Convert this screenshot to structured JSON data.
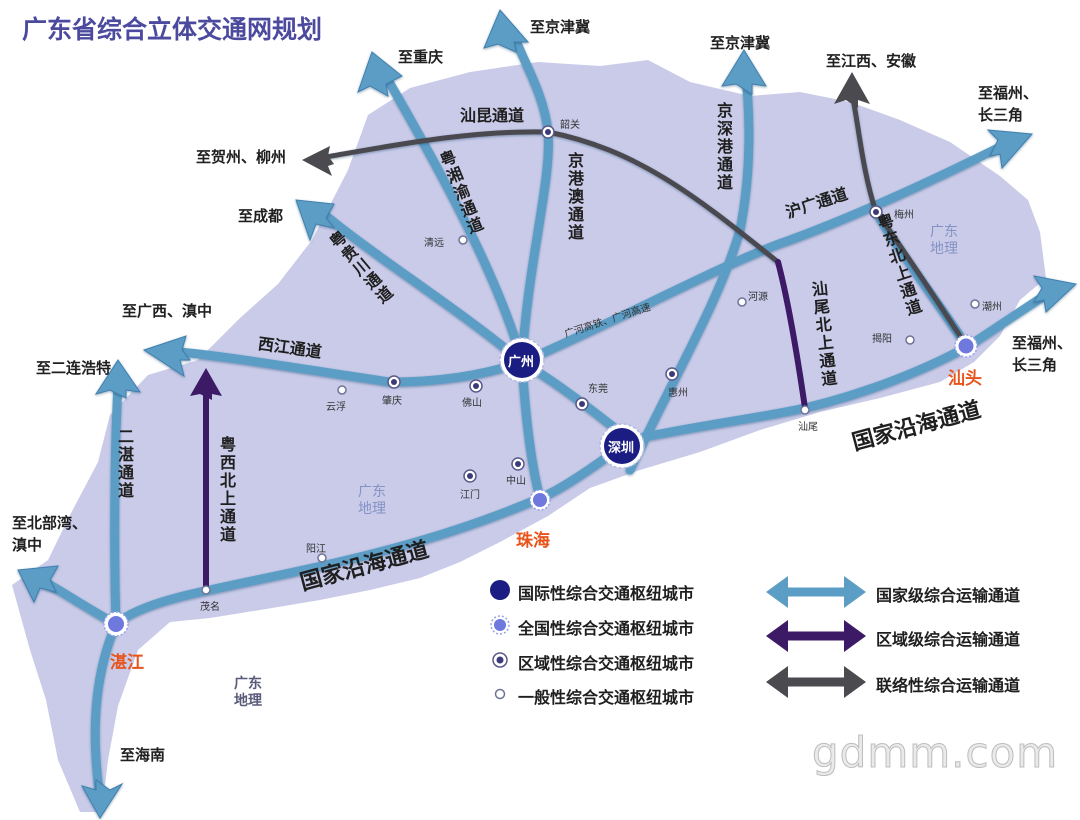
{
  "title": "广东省综合立体交通网规划",
  "destinations": {
    "chongqing": "至重庆",
    "jingjinji_1": "至京津冀",
    "jingjinji_2": "至京津冀",
    "jiangxi_anhui": "至江西、安徽",
    "fuzhou_csj_top": "至福州、\n长三角",
    "fuzhou_csj_right": "至福州、\n长三角",
    "hezhou_liuzhou": "至贺州、柳州",
    "chengdu": "至成都",
    "guangxi_dianzhong": "至广西、滇中",
    "erlianhaote": "至二连浩特",
    "beibuwan_dianzhong": "至北部湾、\n滇中",
    "hainan": "至海南"
  },
  "corridors": {
    "shankun": "汕昆通道",
    "yuexiangyu": "粤湘渝通道",
    "jinggangao": "京港澳通道",
    "jingshengang": "京深港通道",
    "hugang": "沪广通道",
    "yuedongbei": "粤东北上通道",
    "yueguichuan": "粤贵川通道",
    "xijiang": "西江通道",
    "shanweibei": "汕尾北上通道",
    "guangheg": "广河高铁、广河高速",
    "erzhan": "二湛通道",
    "yuexibei": "粤西北上通道",
    "coastal_west": "国家沿海通道",
    "coastal_east": "国家沿海通道"
  },
  "cities": {
    "guangzhou": "广州",
    "shenzhen": "深圳",
    "zhuhai": "珠海",
    "shantou": "汕头",
    "zhanjiang": "湛江",
    "shaoguan": "韶关",
    "qingyuan": "清远",
    "heyuan": "河源",
    "meizhou": "梅州",
    "chaozhou": "潮州",
    "jieyang": "揭阳",
    "huizhou": "惠州",
    "dongguan": "东莞",
    "shanwei": "汕尾",
    "zhaoqing": "肇庆",
    "foshan": "佛山",
    "yunfu": "云浮",
    "jiangmen": "江门",
    "zhongshan": "中山",
    "yangjiang": "阳江",
    "maoming": "茂名"
  },
  "watermarks": [
    "广东\n地理",
    "广东\n地理",
    "广东\n地理"
  ],
  "legend": {
    "hubs": [
      "国际性综合交通枢纽城市",
      "全国性综合交通枢纽城市",
      "区域性综合交通枢纽城市",
      "一般性综合交通枢纽城市"
    ],
    "channels": [
      "国家级综合运输通道",
      "区域级综合运输通道",
      "联络性综合运输通道"
    ]
  },
  "site_watermark": "gdmm.com",
  "colors": {
    "land": "#c9cbe9",
    "national_channel": "#5c9dc6",
    "regional_channel": "#3c1a66",
    "link_channel": "#4a4a4f",
    "international_hub": "#1b1d82",
    "national_hub": "#6f78dd",
    "city_highlight": "#e8541a"
  }
}
